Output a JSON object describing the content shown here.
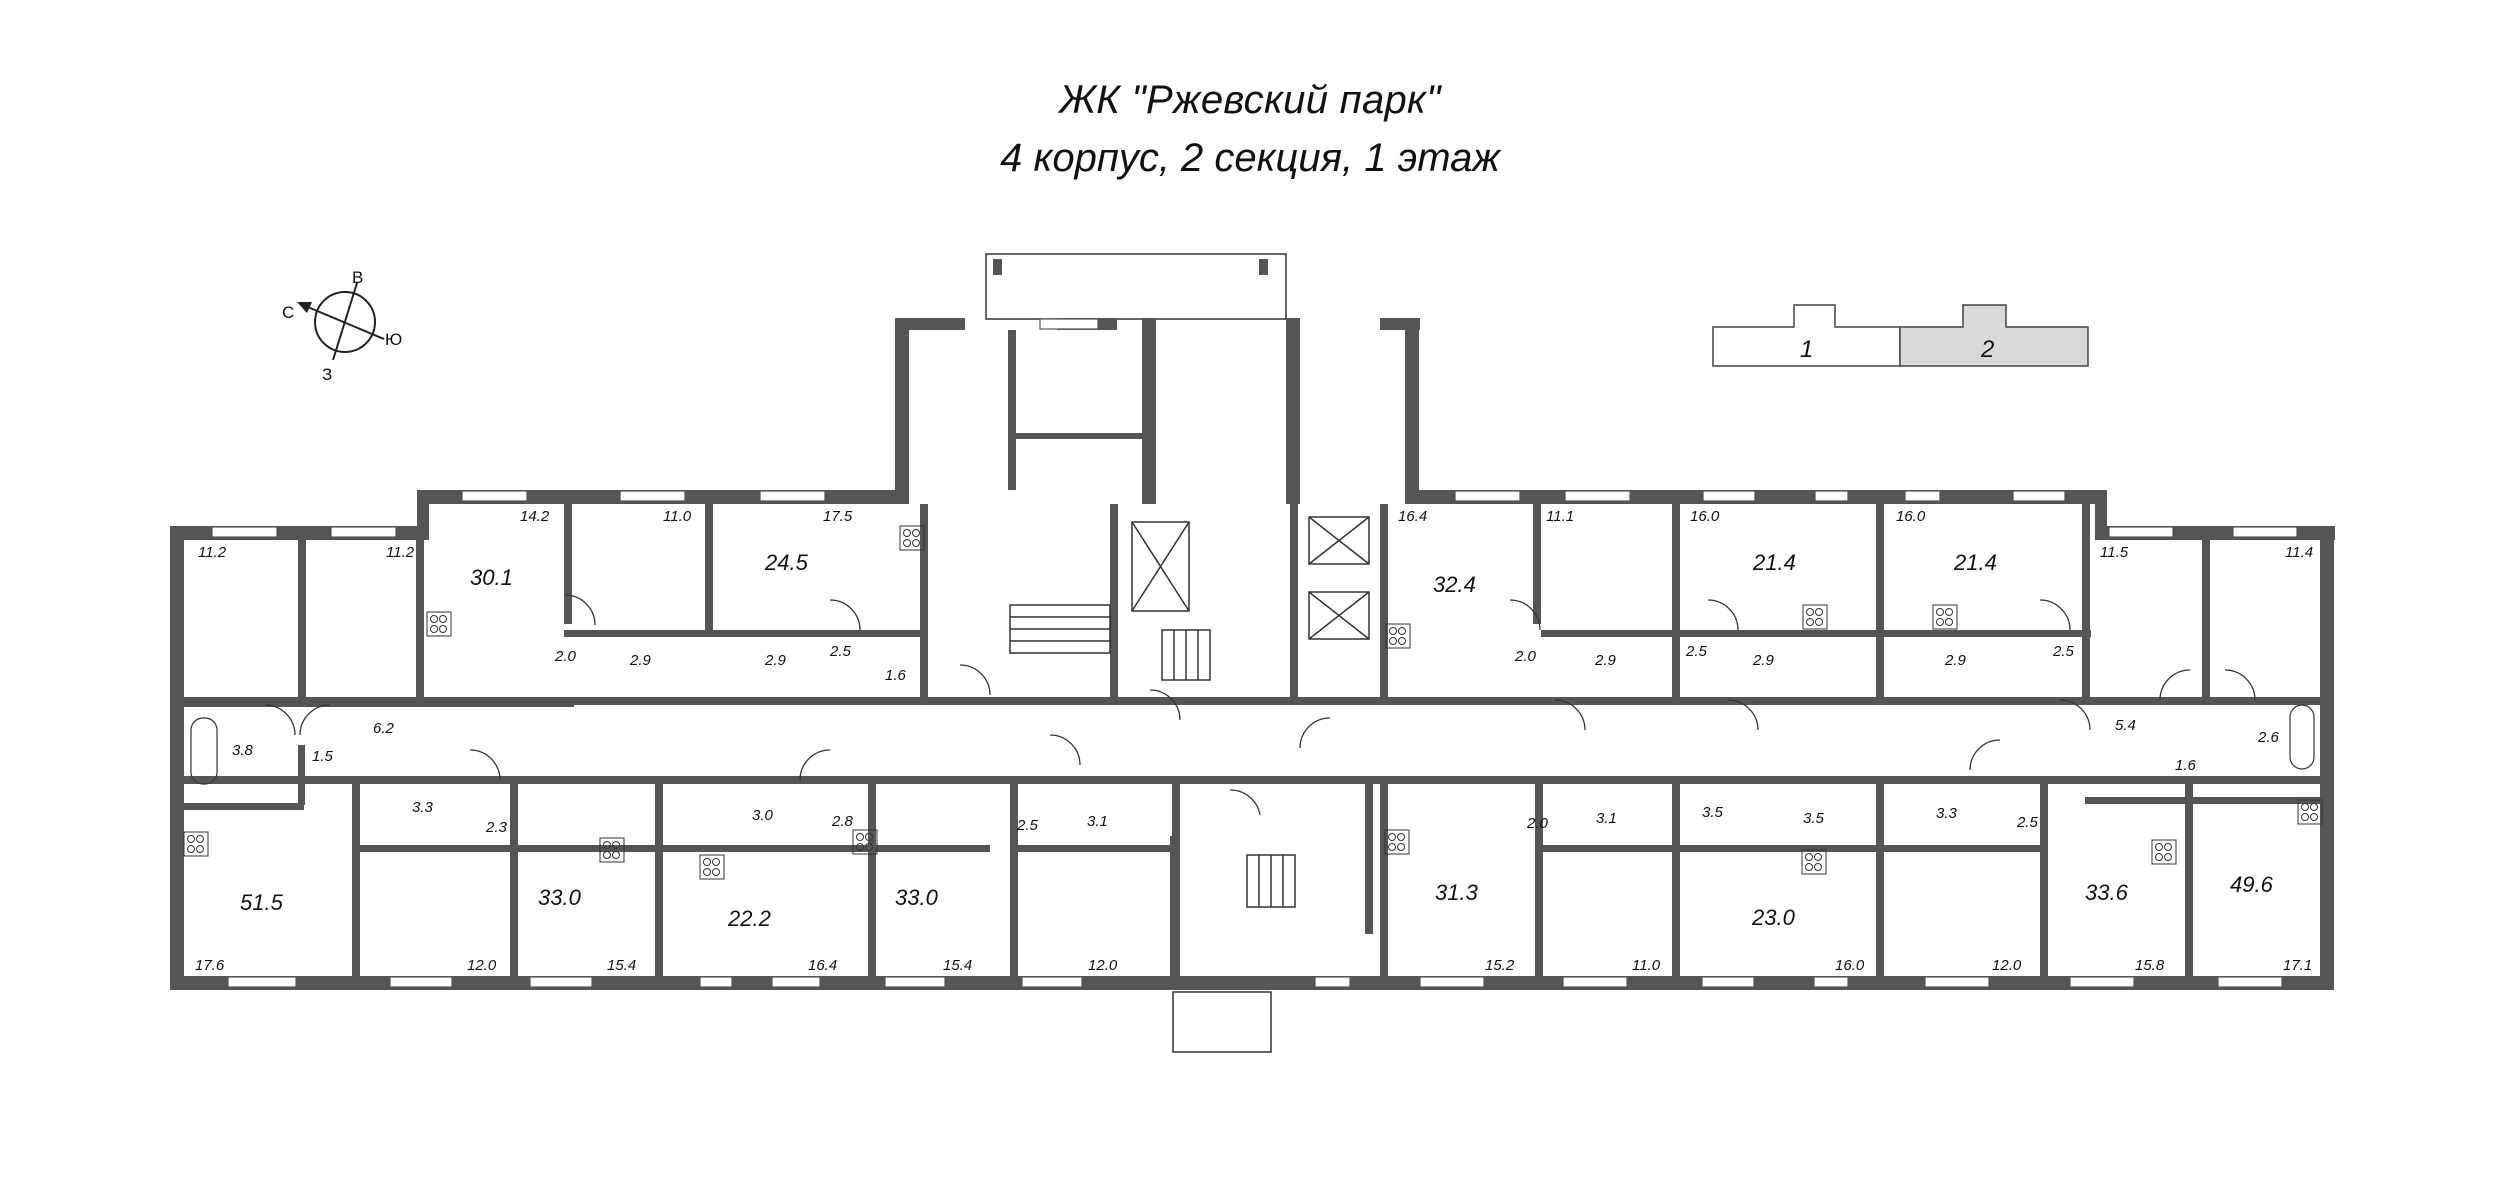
{
  "header": {
    "title": "ЖК \"Ржевский парк\"",
    "subtitle": "4 корпус, 2 секция, 1 этаж"
  },
  "compass": {
    "north": "С",
    "east": "В",
    "south": "Ю",
    "west": "З"
  },
  "section_selector": {
    "sections": [
      {
        "label": "1",
        "active": false,
        "fill": "#ffffff"
      },
      {
        "label": "2",
        "active": true,
        "fill": "#d9d9d9"
      }
    ]
  },
  "colors": {
    "wall": "#555555",
    "active_section": "#d9d9d9",
    "background": "#ffffff"
  },
  "apartments": [
    {
      "total": "51.5",
      "rooms": [
        "11.2",
        "11.2",
        "17.6"
      ],
      "aux": [
        "6.2",
        "3.8",
        "1.5"
      ]
    },
    {
      "total": "30.1",
      "rooms": [
        "14.2"
      ],
      "aux": [
        "2.0",
        "2.9"
      ]
    },
    {
      "total": "24.5",
      "rooms": [
        "11.0",
        "17.5"
      ],
      "aux": [
        "2.5",
        "2.9",
        "1.6"
      ]
    },
    {
      "total": "33.0",
      "rooms": [
        "12.0",
        "15.4"
      ],
      "aux": [
        "3.3",
        "2.3"
      ]
    },
    {
      "total": "22.2",
      "rooms": [
        "16.4"
      ],
      "aux": [
        "3.0",
        "2.8"
      ]
    },
    {
      "total": "33.0",
      "rooms": [
        "15.4",
        "12.0"
      ],
      "aux": [
        "2.5",
        "3.1"
      ]
    },
    {
      "total": "32.4",
      "rooms": [
        "16.4"
      ],
      "aux": [
        "2.0"
      ]
    },
    {
      "total": "31.3",
      "rooms": [
        "15.2"
      ],
      "aux": [
        "2.0",
        "3.1"
      ]
    },
    {
      "total": "21.4",
      "rooms": [
        "11.1",
        "16.0"
      ],
      "aux": [
        "2.9",
        "2.5",
        "2.9"
      ]
    },
    {
      "total": "21.4",
      "rooms": [
        "16.0"
      ],
      "aux": [
        "2.9",
        "2.5"
      ]
    },
    {
      "total": "23.0",
      "rooms": [
        "11.0",
        "16.0"
      ],
      "aux": [
        "3.5",
        "3.5"
      ]
    },
    {
      "total": "33.6",
      "rooms": [
        "12.0",
        "15.8"
      ],
      "aux": [
        "3.3",
        "2.5"
      ]
    },
    {
      "total": "49.6",
      "rooms": [
        "11.5",
        "11.4",
        "17.1"
      ],
      "aux": [
        "5.4",
        "2.6",
        "1.6"
      ]
    }
  ],
  "labels": {
    "top_row": {
      "r_11_2a": "11.2",
      "r_11_2b": "11.2",
      "r_14_2": "14.2",
      "t_30_1": "30.1",
      "r_11_0": "11.0",
      "r_17_5": "17.5",
      "t_24_5": "24.5",
      "r_16_4": "16.4",
      "t_32_4": "32.4",
      "r_11_1": "11.1",
      "r_16_0a": "16.0",
      "t_21_4a": "21.4",
      "r_16_0b": "16.0",
      "t_21_4b": "21.4",
      "r_11_5": "11.5",
      "r_11_4": "11.4"
    },
    "middle_row": {
      "a_2_0a": "2.0",
      "a_2_9a": "2.9",
      "a_2_9b": "2.9",
      "a_2_5a": "2.5",
      "a_1_6a": "1.6",
      "a_3_8": "3.8",
      "a_1_5": "1.5",
      "a_6_2": "6.2",
      "a_3_3a": "3.3",
      "a_2_3": "2.3",
      "a_3_0": "3.0",
      "a_2_8": "2.8",
      "a_2_5b": "2.5",
      "a_3_1a": "3.1",
      "a_2_0b": "2.0",
      "a_2_9c": "2.9",
      "a_2_5c": "2.5",
      "a_2_9d": "2.9",
      "a_2_9e": "2.9",
      "a_2_5d": "2.5",
      "a_2_0c": "2.0",
      "a_3_1b": "3.1",
      "a_3_5a": "3.5",
      "a_3_5b": "3.5",
      "a_3_3b": "3.3",
      "a_2_5e": "2.5",
      "a_5_4": "5.4",
      "a_1_6b": "1.6",
      "a_2_6": "2.6"
    },
    "bottom_row": {
      "t_51_5": "51.5",
      "r_17_6": "17.6",
      "r_12_0a": "12.0",
      "t_33_0a": "33.0",
      "r_15_4a": "15.4",
      "t_22_2": "22.2",
      "r_16_4b": "16.4",
      "t_33_0b": "33.0",
      "r_15_4b": "15.4",
      "r_12_0b": "12.0",
      "t_31_3": "31.3",
      "r_15_2": "15.2",
      "r_11_0b": "11.0",
      "t_23_0": "23.0",
      "r_16_0c": "16.0",
      "r_12_0c": "12.0",
      "t_33_6": "33.6",
      "r_15_8": "15.8",
      "t_49_6": "49.6",
      "r_17_1": "17.1"
    }
  }
}
